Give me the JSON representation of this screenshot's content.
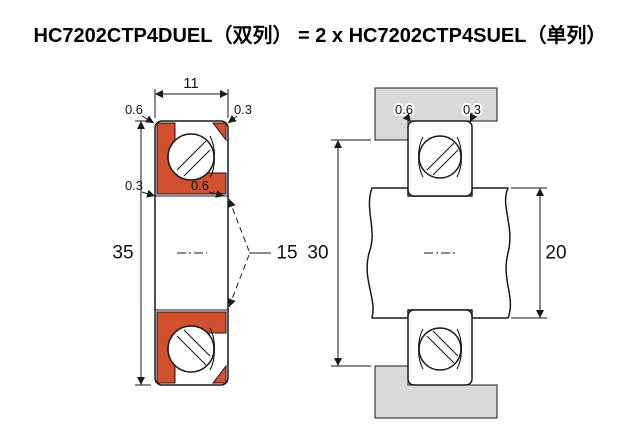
{
  "title": "HC7202CTP4DUEL（双列） = 2 x HC7202CTP4SUEL（单列）",
  "colors": {
    "cage": "#d0502f",
    "housing": "#d9d9d9",
    "line": "#1a1a1a"
  },
  "left_view": {
    "width": "11",
    "outer_diameter": "35",
    "bore_diameter": "15",
    "chamfer_outer_left": "0.6",
    "chamfer_outer_right": "0.3",
    "chamfer_inner_left": "0.3",
    "chamfer_inner_right": "0.6"
  },
  "right_view": {
    "fillet_left": "0.6",
    "fillet_right": "0.3",
    "housing_abutment_diameter": "30",
    "shaft_abutment_diameter": "20"
  }
}
